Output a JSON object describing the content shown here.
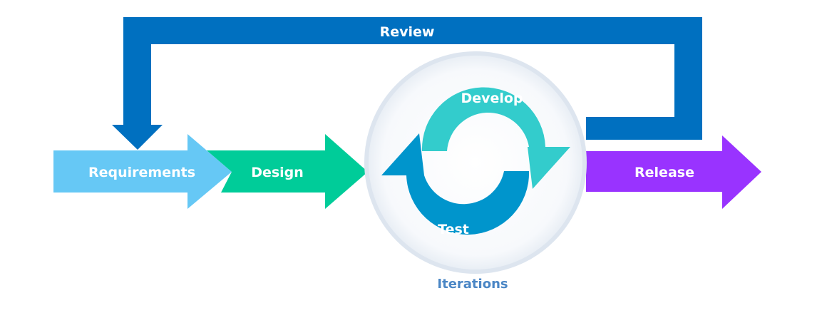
{
  "labels": {
    "review": "Review",
    "requirements": "Requirements",
    "design": "Design",
    "develop": "Develop",
    "test": "Test",
    "release": "Release",
    "iterations": "Iterations"
  },
  "colors": {
    "review": "#0070c0",
    "requirements": "#66c8f5",
    "design": "#00cc99",
    "develop": "#33cccc",
    "test": "#0095cc",
    "release": "#9933ff",
    "iterations_text": "#4a86c5"
  }
}
